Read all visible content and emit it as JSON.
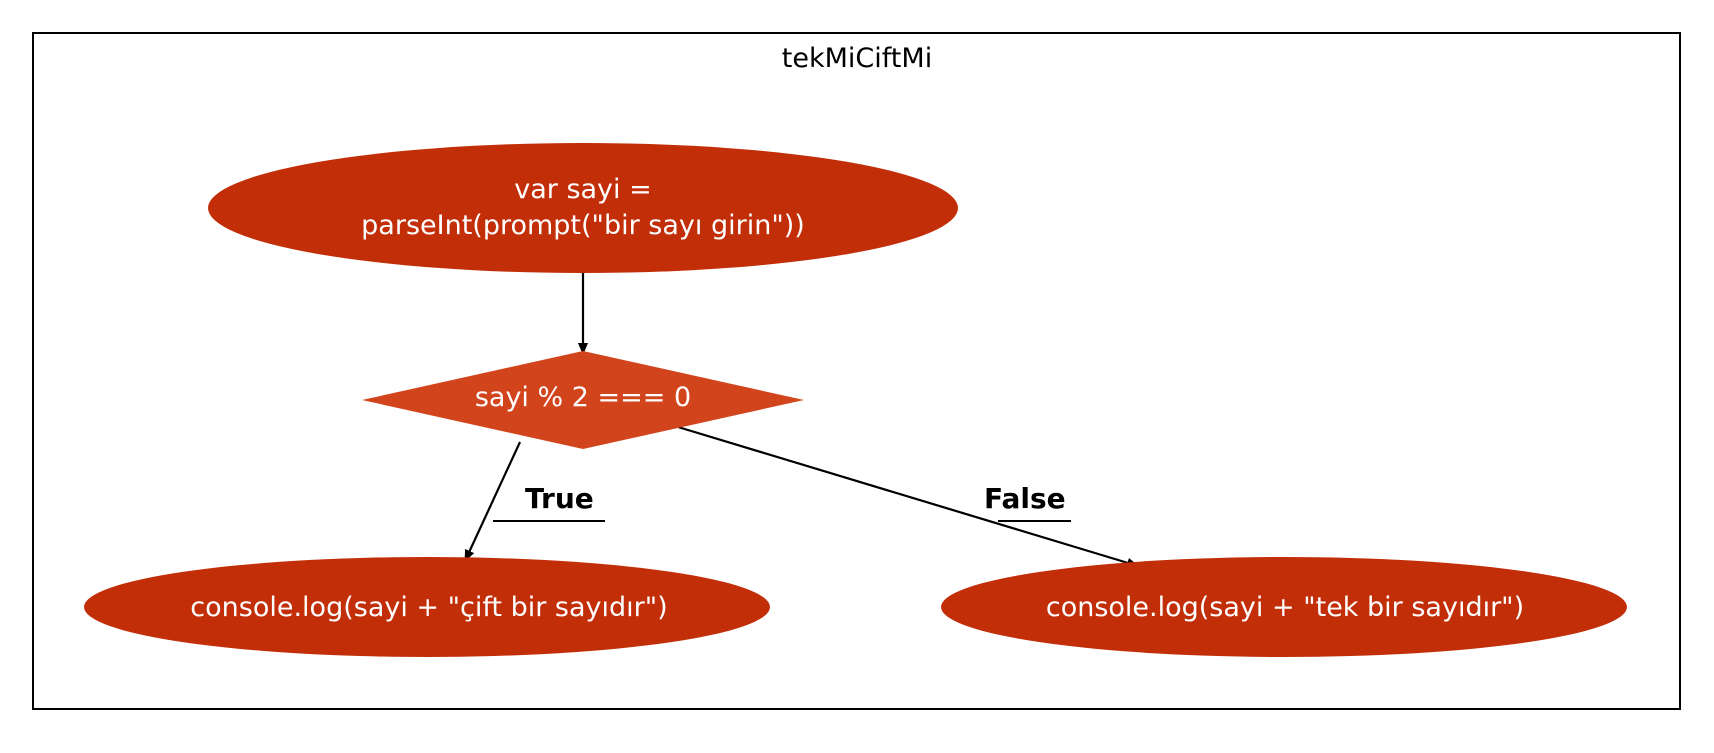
{
  "diagram": {
    "cluster_title": "tekMiCiftMi",
    "nodes": {
      "start": {
        "line1": "var sayi =",
        "line2": "parseInt(prompt(\"bir sayı girin\"))"
      },
      "condition": {
        "label": "sayi % 2 === 0"
      },
      "even_output": {
        "label": "console.log(sayi + \"çift bir sayıdır\")"
      },
      "odd_output": {
        "label": "console.log(sayi + \"tek bir sayıdır\")"
      }
    },
    "edges": {
      "true_label": "True",
      "false_label": "False"
    },
    "colors": {
      "process_node": "#c22e08",
      "decision_node": "#d2441c",
      "edge": "#000000",
      "border": "#000000"
    }
  }
}
